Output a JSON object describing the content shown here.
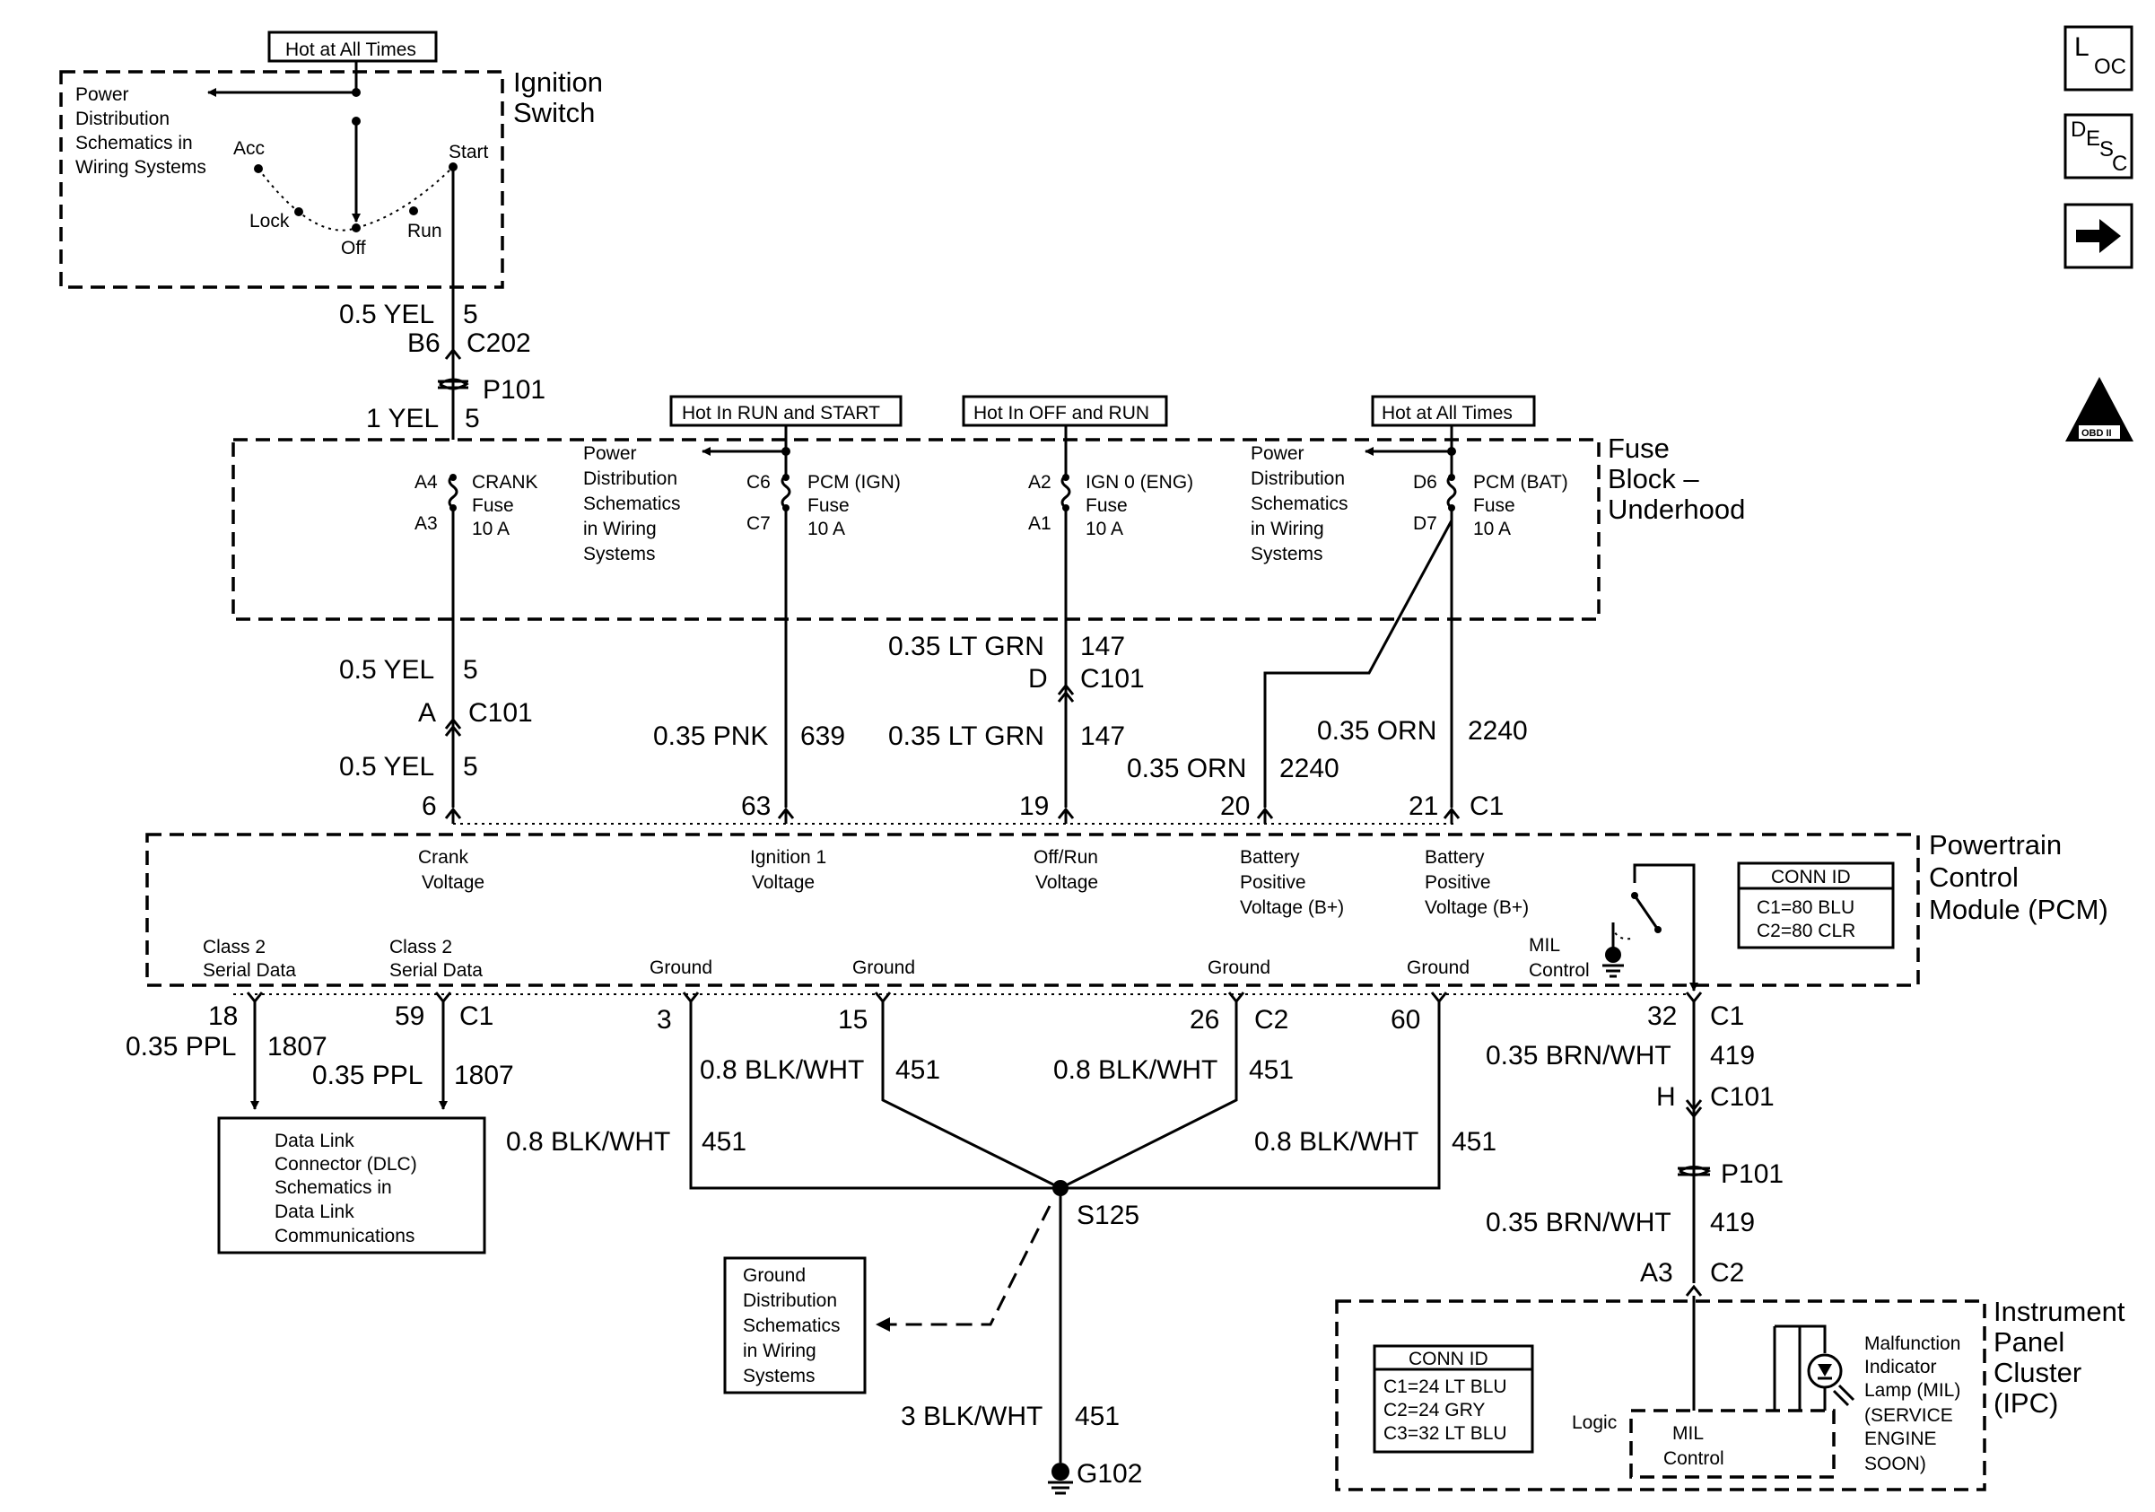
{
  "nav": {
    "loc_main": "L",
    "loc_sub": "OC",
    "desc_main": "D",
    "desc_e": "E",
    "desc_s": "S",
    "desc_c": "C",
    "obd_main": "II",
    "obd_sub": "OBD II"
  },
  "ignition": {
    "hot_label": "Hot at All Times",
    "title": [
      "Ignition",
      "Switch"
    ],
    "power_dist": [
      "Power",
      "Distribution",
      "Schematics in",
      "Wiring Systems"
    ],
    "positions": {
      "acc": "Acc",
      "lock": "Lock",
      "off": "Off",
      "run": "Run",
      "start": "Start"
    }
  },
  "upper_wire": {
    "w1_gauge": "0.5 YEL",
    "w1_circuit": "5",
    "c202_pin": "B6",
    "c202": "C202",
    "p101": "P101",
    "w2_gauge": "1 YEL",
    "w2_circuit": "5"
  },
  "hot_labels": {
    "run_start": "Hot In RUN and START",
    "off_run": "Hot In OFF and RUN",
    "all_times": "Hot at All Times"
  },
  "fuse_block": {
    "title": [
      "Fuse",
      "Block –",
      "Underhood"
    ],
    "crank": {
      "pin_top": "A4",
      "pin_bot": "A3",
      "label": [
        "CRANK",
        "Fuse",
        "10 A"
      ]
    },
    "pcm_ign": {
      "pin_top": "C6",
      "pin_bot": "C7",
      "label": [
        "PCM (IGN)",
        "Fuse",
        "10 A"
      ]
    },
    "ign0": {
      "pin_top": "A2",
      "pin_bot": "A1",
      "label": [
        "IGN 0 (ENG)",
        "Fuse",
        "10 A"
      ]
    },
    "pcm_bat": {
      "pin_top": "D6",
      "pin_bot": "D7",
      "label": [
        "PCM (BAT)",
        "Fuse",
        "10 A"
      ]
    },
    "power_dist_1": [
      "Power",
      "Distribution",
      "Schematics",
      "in Wiring",
      "Systems"
    ],
    "power_dist_2": [
      "Power",
      "Distribution",
      "Schematics",
      "in Wiring",
      "Systems"
    ]
  },
  "mid_wires": {
    "crank_top_gauge": "0.5 YEL",
    "crank_top_circuit": "5",
    "c101_a_pin": "A",
    "c101_a": "C101",
    "crank_bot_gauge": "0.5 YEL",
    "crank_bot_circuit": "5",
    "pnk_gauge": "0.35 PNK",
    "pnk_circuit": "639",
    "grn_top_gauge": "0.35 LT GRN",
    "grn_top_circuit": "147",
    "c101_d_pin": "D",
    "c101_d": "C101",
    "grn_bot_gauge": "0.35 LT GRN",
    "grn_bot_circuit": "147",
    "orn1_gauge": "0.35 ORN",
    "orn1_circuit": "2240",
    "orn2_gauge": "0.35 ORN",
    "orn2_circuit": "2240"
  },
  "pcm": {
    "title": [
      "Powertrain",
      "Control",
      "Module (PCM)"
    ],
    "pins_top": {
      "p6": "6",
      "p63": "63",
      "p19": "19",
      "p20": "20",
      "p21": "21",
      "c1": "C1"
    },
    "inputs": {
      "crank": [
        "Crank",
        "Voltage"
      ],
      "ign1": [
        "Ignition 1",
        "Voltage"
      ],
      "offrun": [
        "Off/Run",
        "Voltage"
      ],
      "batt1": [
        "Battery",
        "Positive",
        "Voltage (B+)"
      ],
      "batt2": [
        "Battery",
        "Positive",
        "Voltage (B+)"
      ]
    },
    "conn_id": {
      "title": "CONN ID",
      "c1": "C1=80 BLU",
      "c2": "C2=80 CLR"
    },
    "bottom": {
      "class2a": [
        "Class 2",
        "Serial Data"
      ],
      "class2b": [
        "Class 2",
        "Serial Data"
      ],
      "ground1": "Ground",
      "ground2": "Ground",
      "ground3": "Ground",
      "ground4": "Ground",
      "mil": [
        "MIL",
        "Control"
      ]
    },
    "pins_bottom": {
      "p18": "18",
      "p59": "59",
      "c1a": "C1",
      "p3": "3",
      "p15": "15",
      "p26": "26",
      "c2": "C2",
      "p60": "60",
      "p32": "32",
      "c1b": "C1"
    }
  },
  "lower_wires": {
    "ppl1_gauge": "0.35 PPL",
    "ppl1_circuit": "1807",
    "ppl2_gauge": "0.35 PPL",
    "ppl2_circuit": "1807",
    "bw1_gauge": "0.8 BLK/WHT",
    "bw1_circuit": "451",
    "bw2_gauge": "0.8 BLK/WHT",
    "bw2_circuit": "451",
    "bw3_gauge": "0.8 BLK/WHT",
    "bw3_circuit": "451",
    "bw4_gauge": "0.8 BLK/WHT",
    "bw4_circuit": "451",
    "splice": "S125",
    "gnd_gauge": "3 BLK/WHT",
    "gnd_circuit": "451",
    "ground": "G102",
    "brn1_gauge": "0.35 BRN/WHT",
    "brn1_circuit": "419",
    "c101_h_pin": "H",
    "c101_h": "C101",
    "p101": "P101",
    "brn2_gauge": "0.35 BRN/WHT",
    "brn2_circuit": "419",
    "ipc_pin": "A3",
    "ipc_conn": "C2"
  },
  "dlc": [
    "Data Link",
    "Connector (DLC)",
    "Schematics in",
    "Data Link",
    "Communications"
  ],
  "ground_dist": [
    "Ground",
    "Distribution",
    "Schematics",
    "in Wiring",
    "Systems"
  ],
  "ipc": {
    "title": [
      "Instrument",
      "Panel",
      "Cluster",
      "(IPC)"
    ],
    "conn_id": {
      "title": "CONN ID",
      "c1": "C1=24 LT BLU",
      "c2": "C2=24 GRY",
      "c3": "C3=32 LT BLU"
    },
    "logic": "Logic",
    "mil_control": [
      "MIL",
      "Control"
    ],
    "lamp": [
      "Malfunction",
      "Indicator",
      "Lamp (MIL)",
      "(SERVICE",
      "ENGINE",
      "SOON)"
    ]
  }
}
